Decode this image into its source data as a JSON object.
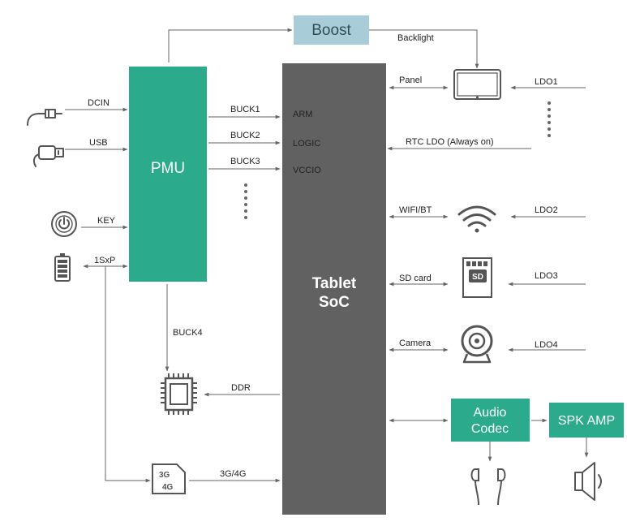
{
  "blocks": {
    "boost": "Boost",
    "pmu": "PMU",
    "soc_line1": "Tablet",
    "soc_line2": "SoC",
    "audio_line1": "Audio",
    "audio_line2": "Codec",
    "spk_amp": "SPK AMP"
  },
  "labels": {
    "backlight": "Backlight",
    "panel": "Panel",
    "ldo1": "LDO1",
    "dcin": "DCIN",
    "usb": "USB",
    "key": "KEY",
    "one_sxp": "1SxP",
    "buck1": "BUCK1",
    "buck2": "BUCK2",
    "buck3": "BUCK3",
    "buck4": "BUCK4",
    "arm": "ARM",
    "logic": "LOGIC",
    "vccio": "VCCIO",
    "rtc_ldo": "RTC LDO (Always on)",
    "wifi_bt": "WIFI/BT",
    "ldo2": "LDO2",
    "sd_card": "SD card",
    "ldo3": "LDO3",
    "camera": "Camera",
    "ldo4": "LDO4",
    "ddr": "DDR",
    "net": "3G/4G",
    "sd_icon_text": "SD",
    "modem_3g": "3G",
    "modem_4g": "4G"
  },
  "colors": {
    "teal": "#2bab8b",
    "boost_fill": "#a9cdd8",
    "soc_fill": "#616161",
    "wire": "#666666",
    "icon": "#555555"
  },
  "icons": [
    "audio-jack-icon",
    "usb-plug-icon",
    "power-button-icon",
    "battery-icon",
    "tablet-display-icon",
    "wifi-icon",
    "sd-card-icon",
    "webcam-icon",
    "ddr-chip-icon",
    "modem-card-icon",
    "earphones-icon",
    "speaker-icon"
  ]
}
